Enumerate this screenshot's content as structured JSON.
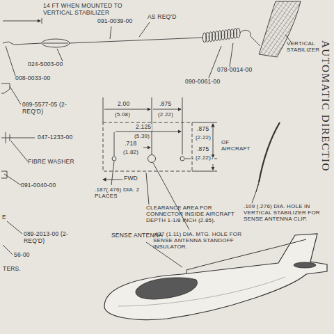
{
  "diagram": {
    "labels": [
      "14 FT WHEN MOUNTED TO VERTICAL STABILIZER",
      "091-0039-00",
      "AS REQ'D",
      "024-5003-00",
      "008-0033-00",
      "078-0014-00",
      "090-0061-00",
      "VERTICAL STABILIZER",
      "089-5577-05 (2-REQ'D)",
      "047-1233-00",
      "FIBRE WASHER",
      "091-0040-00",
      "089-2013-00 (2-REQ'D)",
      "56-00",
      "TERS.",
      "E",
      "2.00",
      "(5.08)",
      ".875",
      "(2.22)",
      "2.125",
      "(5.39)",
      ".718",
      "(1.82)",
      ".875",
      "(2.22)",
      ".875",
      "(2.22)",
      "OF AIRCRAFT",
      "FWD",
      ".187(.476) DIA. 2 PLACES",
      "CLEARANCE AREA FOR CONNECTOR INSIDE AIRCRAFT DEPTH 1-1/8 INCH (2.85).",
      ".437 (1.11) DIA. MTG. HOLE FOR SENSE ANTENNA STANDOFF INSULATOR.",
      ".109 (.276) DIA. HOLE IN VERTICAL STABILIZER FOR SENSE ANTENNA CLIP.",
      "SENSE ANTENNA",
      "AUTOMATIC DIRECTIO"
    ]
  }
}
